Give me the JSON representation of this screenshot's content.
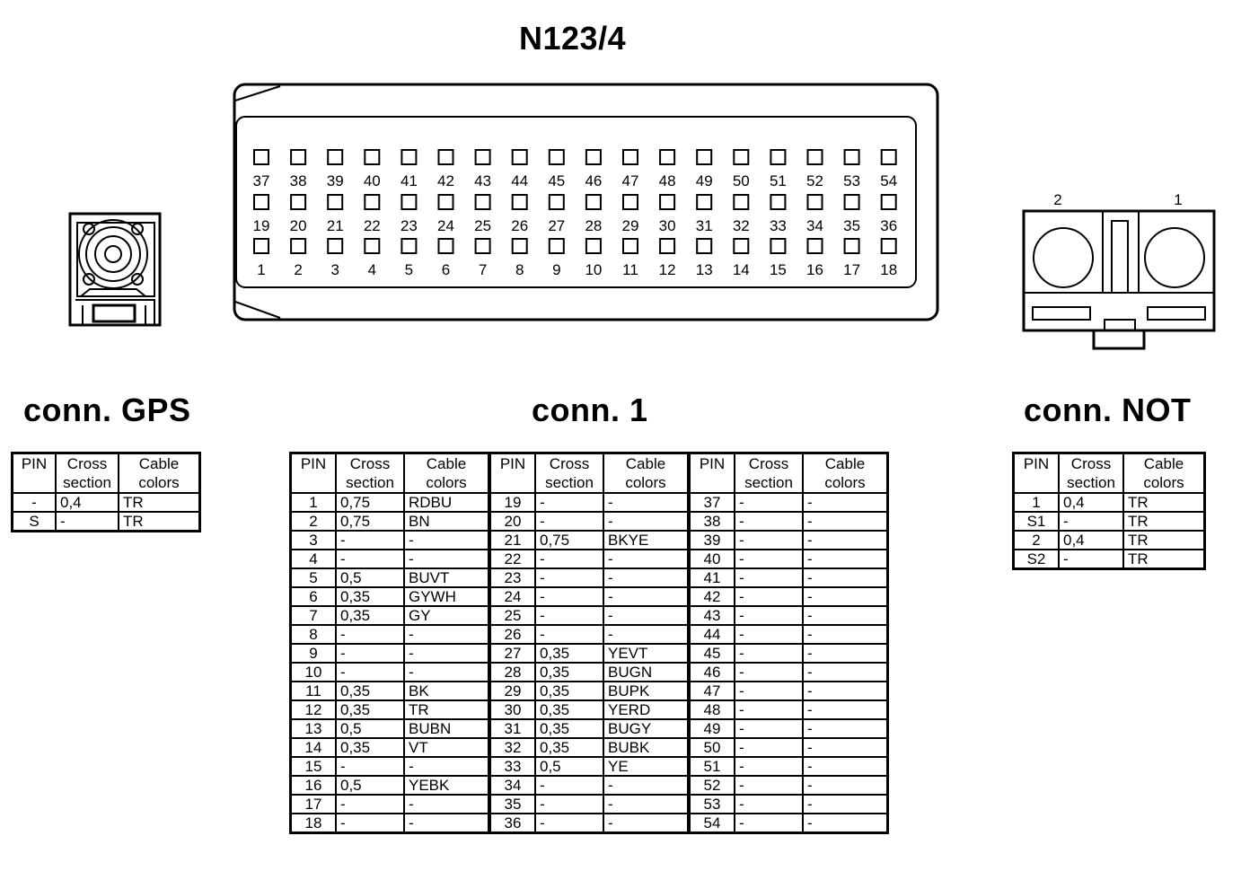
{
  "module_title": "N123/4",
  "connector_titles": {
    "gps": "conn. GPS",
    "conn1": "conn. 1",
    "not": "conn. NOT"
  },
  "conn1_pin_rows": [
    [
      "37",
      "38",
      "39",
      "40",
      "41",
      "42",
      "43",
      "44",
      "45",
      "46",
      "47",
      "48",
      "49",
      "50",
      "51",
      "52",
      "53",
      "54"
    ],
    [
      "19",
      "20",
      "21",
      "22",
      "23",
      "24",
      "25",
      "26",
      "27",
      "28",
      "29",
      "30",
      "31",
      "32",
      "33",
      "34",
      "35",
      "36"
    ],
    [
      "1",
      "2",
      "3",
      "4",
      "5",
      "6",
      "7",
      "8",
      "9",
      "10",
      "11",
      "12",
      "13",
      "14",
      "15",
      "16",
      "17",
      "18"
    ]
  ],
  "not_connector_pin_labels": [
    "2",
    "1"
  ],
  "table_headers": {
    "pin": "PIN",
    "cross_1": "Cross",
    "cross_2": "section",
    "colors_1": "Cable",
    "colors_2": "colors"
  },
  "gps_table": [
    {
      "pin": "-",
      "cross": "0,4",
      "color": "TR"
    },
    {
      "pin": "S",
      "cross": "-",
      "color": "TR"
    }
  ],
  "not_table": [
    {
      "pin": "1",
      "cross": "0,4",
      "color": "TR"
    },
    {
      "pin": "S1",
      "cross": "-",
      "color": "TR"
    },
    {
      "pin": "2",
      "cross": "0,4",
      "color": "TR"
    },
    {
      "pin": "S2",
      "cross": "-",
      "color": "TR"
    }
  ],
  "conn1_table": [
    [
      {
        "pin": "1",
        "cross": "0,75",
        "color": "RDBU"
      },
      {
        "pin": "19",
        "cross": "-",
        "color": "-"
      },
      {
        "pin": "37",
        "cross": "-",
        "color": "-"
      }
    ],
    [
      {
        "pin": "2",
        "cross": "0,75",
        "color": "BN"
      },
      {
        "pin": "20",
        "cross": "-",
        "color": "-"
      },
      {
        "pin": "38",
        "cross": "-",
        "color": "-"
      }
    ],
    [
      {
        "pin": "3",
        "cross": "-",
        "color": "-"
      },
      {
        "pin": "21",
        "cross": "0,75",
        "color": "BKYE"
      },
      {
        "pin": "39",
        "cross": "-",
        "color": "-"
      }
    ],
    [
      {
        "pin": "4",
        "cross": "-",
        "color": "-"
      },
      {
        "pin": "22",
        "cross": "-",
        "color": "-"
      },
      {
        "pin": "40",
        "cross": "-",
        "color": "-"
      }
    ],
    [
      {
        "pin": "5",
        "cross": "0,5",
        "color": "BUVT"
      },
      {
        "pin": "23",
        "cross": "-",
        "color": "-"
      },
      {
        "pin": "41",
        "cross": "-",
        "color": "-"
      }
    ],
    [
      {
        "pin": "6",
        "cross": "0,35",
        "color": "GYWH"
      },
      {
        "pin": "24",
        "cross": "-",
        "color": "-"
      },
      {
        "pin": "42",
        "cross": "-",
        "color": "-"
      }
    ],
    [
      {
        "pin": "7",
        "cross": "0,35",
        "color": "GY"
      },
      {
        "pin": "25",
        "cross": "-",
        "color": "-"
      },
      {
        "pin": "43",
        "cross": "-",
        "color": "-"
      }
    ],
    [
      {
        "pin": "8",
        "cross": "-",
        "color": "-"
      },
      {
        "pin": "26",
        "cross": "-",
        "color": "-"
      },
      {
        "pin": "44",
        "cross": "-",
        "color": "-"
      }
    ],
    [
      {
        "pin": "9",
        "cross": "-",
        "color": "-"
      },
      {
        "pin": "27",
        "cross": "0,35",
        "color": "YEVT"
      },
      {
        "pin": "45",
        "cross": "-",
        "color": "-"
      }
    ],
    [
      {
        "pin": "10",
        "cross": "-",
        "color": "-"
      },
      {
        "pin": "28",
        "cross": "0,35",
        "color": "BUGN"
      },
      {
        "pin": "46",
        "cross": "-",
        "color": "-"
      }
    ],
    [
      {
        "pin": "11",
        "cross": "0,35",
        "color": "BK"
      },
      {
        "pin": "29",
        "cross": "0,35",
        "color": "BUPK"
      },
      {
        "pin": "47",
        "cross": "-",
        "color": "-"
      }
    ],
    [
      {
        "pin": "12",
        "cross": "0,35",
        "color": "TR"
      },
      {
        "pin": "30",
        "cross": "0,35",
        "color": "YERD"
      },
      {
        "pin": "48",
        "cross": "-",
        "color": "-"
      }
    ],
    [
      {
        "pin": "13",
        "cross": "0,5",
        "color": "BUBN"
      },
      {
        "pin": "31",
        "cross": "0,35",
        "color": "BUGY"
      },
      {
        "pin": "49",
        "cross": "-",
        "color": "-"
      }
    ],
    [
      {
        "pin": "14",
        "cross": "0,35",
        "color": "VT"
      },
      {
        "pin": "32",
        "cross": "0,35",
        "color": "BUBK"
      },
      {
        "pin": "50",
        "cross": "-",
        "color": "-"
      }
    ],
    [
      {
        "pin": "15",
        "cross": "-",
        "color": "-"
      },
      {
        "pin": "33",
        "cross": "0,5",
        "color": "YE"
      },
      {
        "pin": "51",
        "cross": "-",
        "color": "-"
      }
    ],
    [
      {
        "pin": "16",
        "cross": "0,5",
        "color": "YEBK"
      },
      {
        "pin": "34",
        "cross": "-",
        "color": "-"
      },
      {
        "pin": "52",
        "cross": "-",
        "color": "-"
      }
    ],
    [
      {
        "pin": "17",
        "cross": "-",
        "color": "-"
      },
      {
        "pin": "35",
        "cross": "-",
        "color": "-"
      },
      {
        "pin": "53",
        "cross": "-",
        "color": "-"
      }
    ],
    [
      {
        "pin": "18",
        "cross": "-",
        "color": "-"
      },
      {
        "pin": "36",
        "cross": "-",
        "color": "-"
      },
      {
        "pin": "54",
        "cross": "-",
        "color": "-"
      }
    ]
  ]
}
